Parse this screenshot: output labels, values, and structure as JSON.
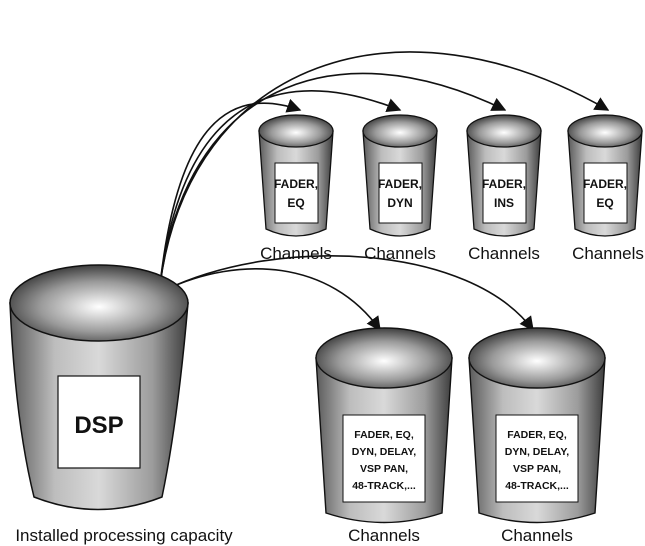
{
  "source": {
    "label": "DSP",
    "caption": "Installed processing capacity"
  },
  "top_row": [
    {
      "line1": "FADER,",
      "line2": "EQ",
      "caption": "Channels"
    },
    {
      "line1": "FADER,",
      "line2": "DYN",
      "caption": "Channels"
    },
    {
      "line1": "FADER,",
      "line2": "INS",
      "caption": "Channels"
    },
    {
      "line1": "FADER,",
      "line2": "EQ",
      "caption": "Channels"
    }
  ],
  "bottom_row": [
    {
      "lines": [
        "FADER, EQ,",
        "DYN, DELAY,",
        "VSP PAN,",
        "48-TRACK,..."
      ],
      "caption": "Channels"
    },
    {
      "lines": [
        "FADER, EQ,",
        "DYN, DELAY,",
        "VSP PAN,",
        "48-TRACK,..."
      ],
      "caption": "Channels"
    }
  ]
}
